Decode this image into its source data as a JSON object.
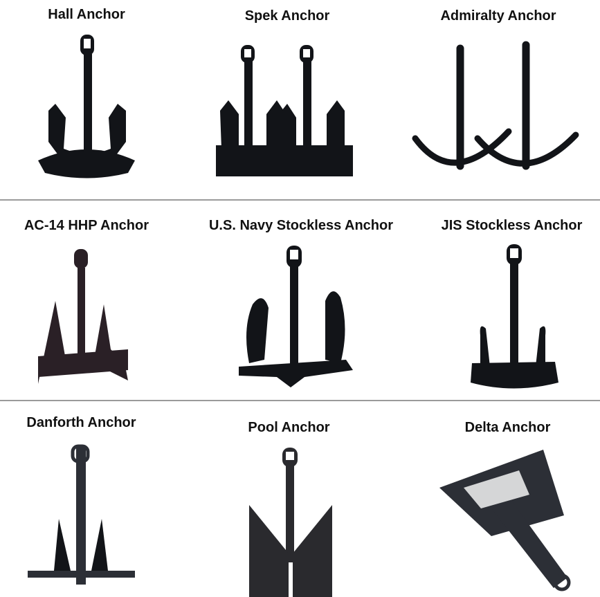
{
  "rows": [
    {
      "items": [
        {
          "label": "Hall Anchor"
        },
        {
          "label": "Spek Anchor"
        },
        {
          "label": "Admiralty Anchor"
        }
      ]
    },
    {
      "items": [
        {
          "label": "AC-14 HHP Anchor"
        },
        {
          "label": "U.S. Navy Stockless Anchor"
        },
        {
          "label": "JIS Stockless Anchor"
        }
      ]
    },
    {
      "items": [
        {
          "label": "Danforth Anchor"
        },
        {
          "label": "Pool Anchor"
        },
        {
          "label": "Delta Anchor"
        }
      ]
    }
  ],
  "colors": {
    "anchor": "#121418",
    "dark_plate": "#2a2026",
    "divider": "#9a9a9a",
    "steel": "#2c2f36"
  }
}
